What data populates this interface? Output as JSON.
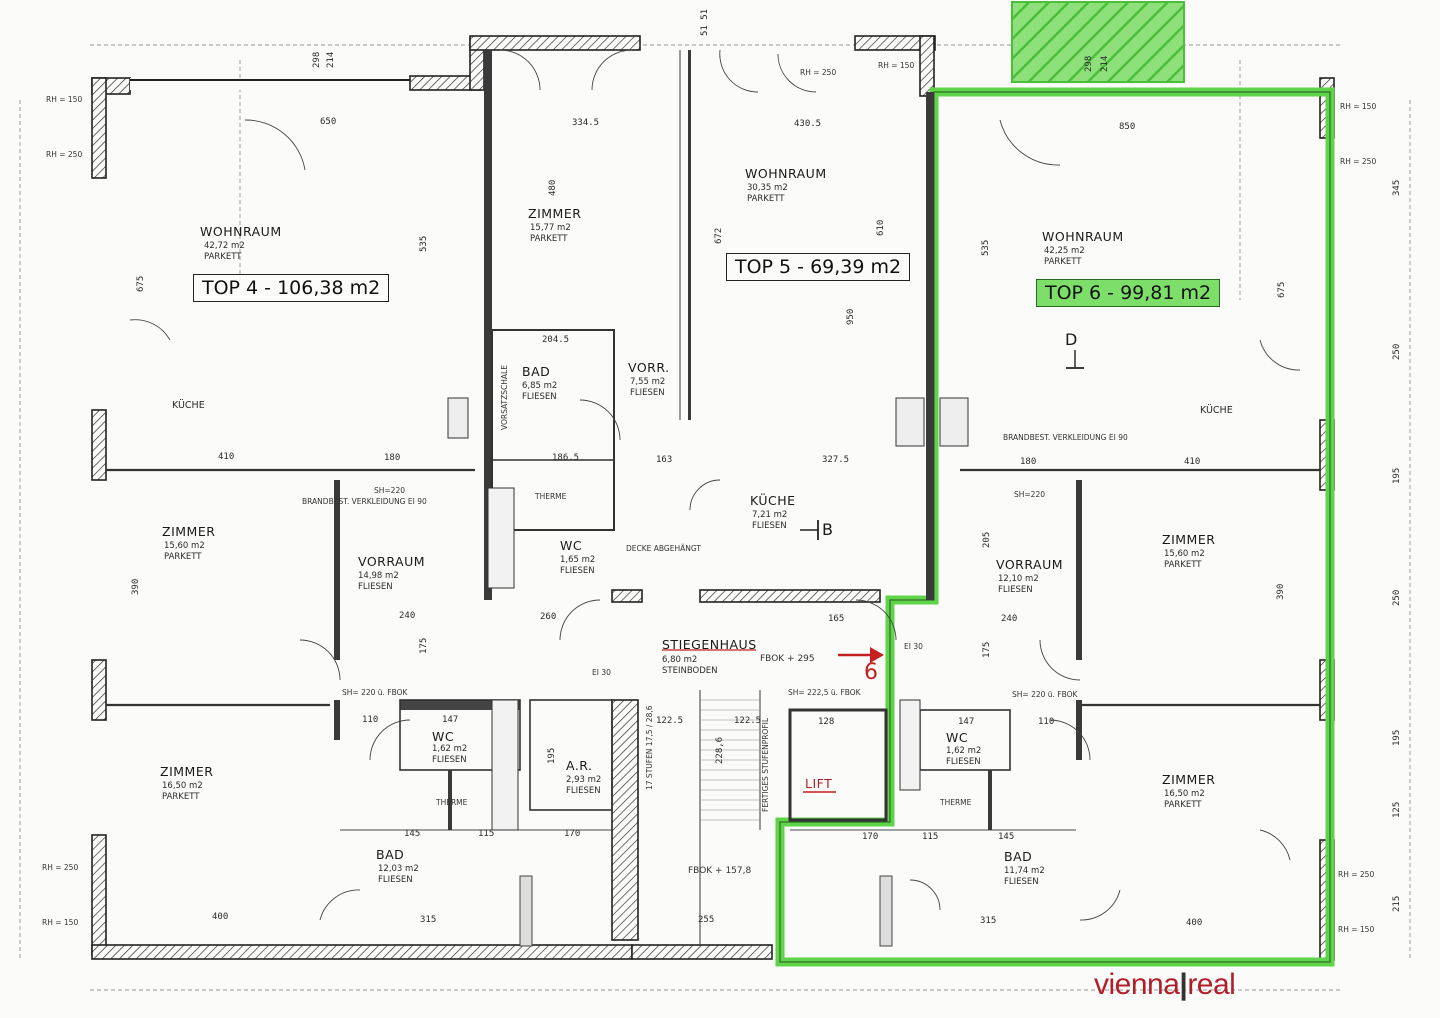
{
  "units": {
    "top4": {
      "label": "TOP 4 - 106,38 m2"
    },
    "top5": {
      "label": "TOP 5 - 69,39 m2"
    },
    "top6": {
      "label": "TOP 6 - 99,81 m2",
      "highlight_color": "#5fd34a"
    }
  },
  "rooms": {
    "wohnraum_4": {
      "name": "WOHNRAUM",
      "area": "42,72 m2",
      "floor": "PARKETT"
    },
    "zimmer_4a": {
      "name": "ZIMMER",
      "area": "15,60 m2",
      "floor": "PARKETT"
    },
    "zimmer_4b": {
      "name": "ZIMMER",
      "area": "16,50 m2",
      "floor": "PARKETT"
    },
    "vorraum_4": {
      "name": "VORRAUM",
      "area": "14,98 m2",
      "floor": "FLIESEN"
    },
    "bad_4": {
      "name": "BAD",
      "area": "12,03 m2",
      "floor": "FLIESEN"
    },
    "wc_4": {
      "name": "WC",
      "area": "1,62 m2",
      "floor": "FLIESEN"
    },
    "kueche_4": {
      "name": "KÜCHE"
    },
    "ar_4": {
      "name": "A.R.",
      "area": "2,93 m2",
      "floor": "FLIESEN"
    },
    "zimmer_5": {
      "name": "ZIMMER",
      "area": "15,77 m2",
      "floor": "PARKETT"
    },
    "wohnraum_5": {
      "name": "WOHNRAUM",
      "area": "30,35 m2",
      "floor": "PARKETT"
    },
    "bad_5": {
      "name": "BAD",
      "area": "6,85 m2",
      "floor": "FLIESEN"
    },
    "vorr_5": {
      "name": "VORR.",
      "area": "7,55 m2",
      "floor": "FLIESEN"
    },
    "kueche_5": {
      "name": "KÜCHE",
      "area": "7,21 m2",
      "floor": "FLIESEN"
    },
    "wc_5": {
      "name": "WC",
      "area": "1,65 m2",
      "floor": "FLIESEN"
    },
    "stiegenhaus": {
      "name": "STIEGENHAUS",
      "area": "6,80 m2",
      "floor": "STEINBODEN"
    },
    "lift": {
      "name": "LIFT"
    },
    "wohnraum_6": {
      "name": "WOHNRAUM",
      "area": "42,25 m2",
      "floor": "PARKETT"
    },
    "kueche_6": {
      "name": "KÜCHE"
    },
    "zimmer_6a": {
      "name": "ZIMMER",
      "area": "15,60 m2",
      "floor": "PARKETT"
    },
    "zimmer_6b": {
      "name": "ZIMMER",
      "area": "16,50 m2",
      "floor": "PARKETT"
    },
    "vorraum_6": {
      "name": "VORRAUM",
      "area": "12,10 m2",
      "floor": "FLIESEN"
    },
    "wc_6": {
      "name": "WC",
      "area": "1,62 m2",
      "floor": "FLIESEN"
    },
    "bad_6": {
      "name": "BAD",
      "area": "11,74 m2",
      "floor": "FLIESEN"
    }
  },
  "notes": {
    "brandbest_left": "BRANDBEST. VERKLEIDUNG EI 90",
    "brandbest_right": "BRANDBEST. VERKLEIDUNG EI 90",
    "sh220_left": "SH=220",
    "sh220_right": "SH=220",
    "decke": "DECKE ABGEHÄNGT",
    "therme_5": "THERME",
    "therme_4": "THERME",
    "therme_6": "THERME",
    "vorsatzschale": "VORSATZSCHALE",
    "fbok_stair": "FBOK + 295",
    "fbok_bottom": "FBOK + 157,8",
    "stufen": "17 STUFEN 17,5 / 28,6",
    "stufenprofil": "FERTIGES STUFENPROFIL",
    "ei30_a": "EI 30",
    "ei30_b": "EI 30",
    "sh_fbok_1": "SH= 220 ü. FBOK",
    "sh_fbok_2": "SH= 222,5 ü. FBOK",
    "sh_fbok_3": "SH= 220 ü. FBOK",
    "red_6": "6",
    "marker_b": "B",
    "marker_d": "D"
  },
  "dimensions": {
    "d_3345": "334.5",
    "d_4305": "430.5",
    "d_480": "480",
    "d_535a": "535",
    "d_535b": "535",
    "d_675a": "675",
    "d_675b": "675",
    "d_410a": "410",
    "d_410b": "410",
    "d_180a": "180",
    "d_180b": "180",
    "d_2045": "204.5",
    "d_1865": "186.5",
    "d_3275": "327.5",
    "d_950": "950",
    "d_240a": "240",
    "d_240b": "240",
    "d_260": "260",
    "d_165": "165",
    "d_1225a": "122.5",
    "d_1225b": "122.5",
    "d_2286": "228,6",
    "d_400a": "400",
    "d_400b": "400",
    "d_315a": "315",
    "d_315b": "315",
    "d_147a": "147",
    "d_147b": "147",
    "d_110a": "110",
    "d_110b": "110",
    "d_145a": "145",
    "d_145b": "145",
    "d_115a": "115",
    "d_115b": "115",
    "d_170a": "170",
    "d_170b": "170",
    "d_850a": "650",
    "d_850b": "850",
    "d_163": "163",
    "d_610": "610",
    "d_672": "672",
    "d_390a": "390",
    "d_390b": "390",
    "d_205": "205",
    "d_175a": "175",
    "d_175b": "175",
    "d_195": "195",
    "d_255": "255",
    "d_128": "128",
    "d_298a": "298",
    "d_214a": "214",
    "d_298b": "298",
    "d_214b": "214",
    "d_5151": "51 51",
    "rh150a": "RH = 150",
    "rh250a": "RH = 250",
    "rh250b": "RH = 250",
    "rh150b": "RH = 150",
    "rh150c": "RH = 150",
    "rh250c": "RH = 250",
    "rh250d": "RH = 250",
    "rh150d": "RH = 150",
    "rh250e": "RH = 250",
    "rh150e": "RH = 150",
    "s345": "345",
    "s250a": "250",
    "s195a": "195",
    "s250b": "250",
    "s195b": "195",
    "s125": "125",
    "s215": "215"
  },
  "logo": {
    "left": "vienna",
    "bar": "|",
    "right": "real",
    "color": "#b11f2a"
  }
}
